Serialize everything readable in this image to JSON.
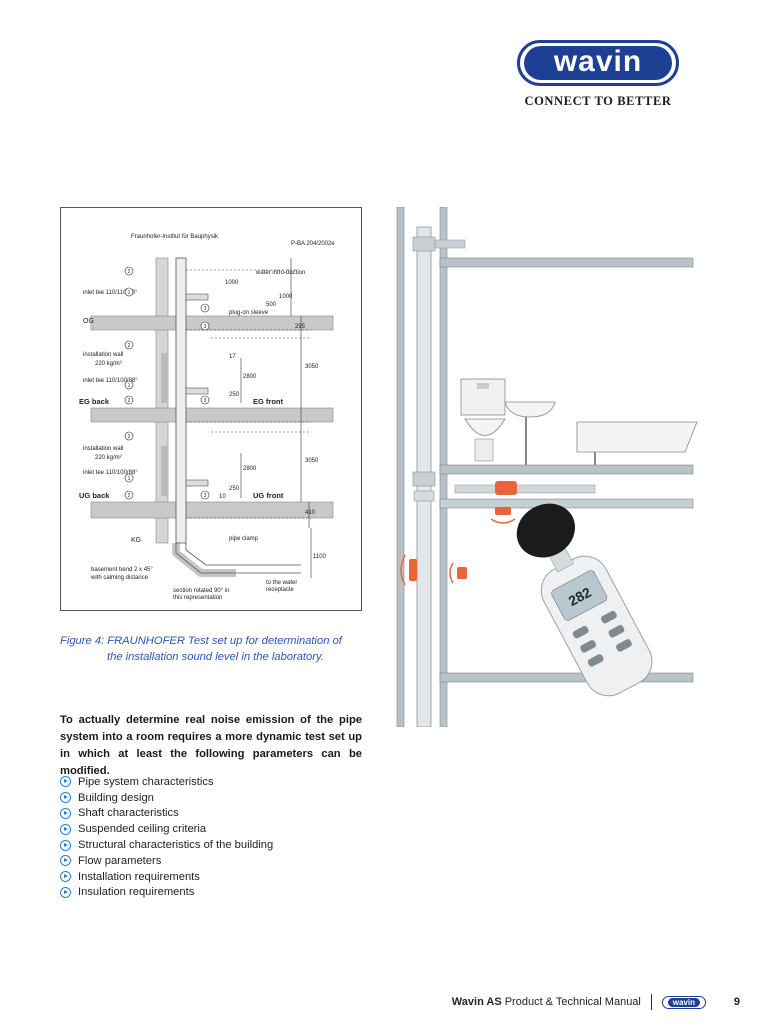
{
  "header": {
    "logo_text": "wavin",
    "tagline": "CONNECT TO BETTER"
  },
  "diagram": {
    "institute": "Fraunhofer-Institut für Bauphysik",
    "reference": "P-BA 204/2002e",
    "labels": {
      "inlet1": "inlet tee 110/110/88°",
      "og": "OG",
      "install_wall1": "installation wall",
      "kg1": "220 kg/m²",
      "inlet2": "inlet tee 110/100/88°",
      "eg_back": "EG back",
      "eg_front": "EG front",
      "install_wall2": "installation wall",
      "kg2": "220 kg/m²",
      "inlet3": "inlet tee 110/100/88°",
      "ug_back": "UG back",
      "ug_front": "UG front",
      "kg": "KG",
      "water_intro": "water intro-duction",
      "plug_on": "plug-on sleeve",
      "pipe_clamp": "pipe clamp",
      "basement": "basement bend 2 x 45°",
      "calming": "with calming distance",
      "section": "section rotated 90° in",
      "section2": "this representation",
      "to_water": "to the water",
      "receptacle": "receptacle",
      "d1000": "1000",
      "d500": "500",
      "d1000b": "1000",
      "d295": "295",
      "d2800": "2800",
      "d3050": "3050",
      "d250": "250",
      "d17": "17",
      "d2800b": "2800",
      "d3050b": "3050",
      "d250b": "250",
      "d10": "10",
      "d410": "410",
      "d1100": "1100"
    },
    "markers": [
      "2",
      "1",
      "3",
      "3",
      "2",
      "1",
      "3",
      "2",
      "2",
      "1",
      "3",
      "2"
    ]
  },
  "caption": {
    "line1": "Figure 4: FRAUNHOFER Test set up for determination of",
    "line2": "the installation sound level in the laboratory."
  },
  "intro": "To actually determine real noise emission of the pipe system into a room requires a more dynamic test set up in which at least the following parameters can be modified.",
  "bullets": [
    "Pipe system characteristics",
    "Building design",
    "Shaft characteristics",
    "Suspended ceiling criteria",
    "Structural characteristics of the building",
    "Flow parameters",
    "Installation requirements",
    "Insulation requirements"
  ],
  "meter": {
    "display": "282"
  },
  "footer": {
    "brand": "Wavin AS",
    "title": "Product & Technical Manual",
    "logo_text": "wavin",
    "page": "9"
  },
  "colors": {
    "brand_blue": "#1d3f94",
    "caption_blue": "#2a56b8",
    "bullet_blue": "#2a7fd1",
    "sensor_orange": "#e8643a"
  }
}
